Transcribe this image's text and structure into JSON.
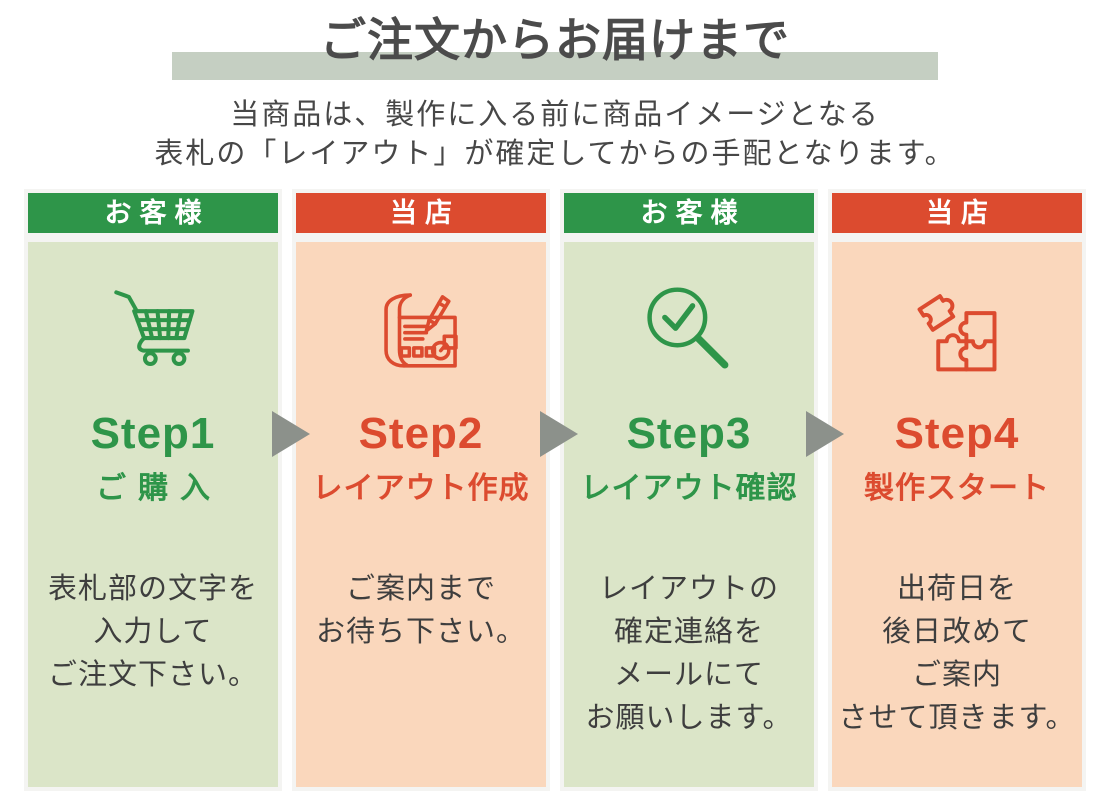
{
  "title": {
    "text": "ご注文からお届けまで"
  },
  "subtitle": {
    "line1": "当商品は、製作に入る前に商品イメージとなる",
    "line2": "表札の「レイアウト」が確定してからの手配となります。"
  },
  "colors": {
    "green": "#2e9549",
    "red": "#dc4b2f",
    "light_green": "#dbe5c8",
    "light_peach": "#fad7bc",
    "card_frame": "#f4f4f2",
    "title_bar": "#c5cfc2",
    "arrow_gray": "#8c918b",
    "body_text": "#3e3e3e",
    "header_text": "#ffffff"
  },
  "steps": [
    {
      "role": "お客様",
      "theme": "green",
      "icon": "cart-icon",
      "step": "Step1",
      "label": "ご購入",
      "description": [
        "表札部の文字を",
        "入力して",
        "ご注文下さい。"
      ]
    },
    {
      "role": "当店",
      "theme": "red",
      "icon": "blueprint-icon",
      "step": "Step2",
      "label": "レイアウト作成",
      "description": [
        "ご案内まで",
        "お待ち下さい。"
      ]
    },
    {
      "role": "お客様",
      "theme": "green",
      "icon": "magnifier-check-icon",
      "step": "Step3",
      "label": "レイアウト確認",
      "description": [
        "レイアウトの",
        "確定連絡を",
        "メールにて",
        "お願いします。"
      ]
    },
    {
      "role": "当店",
      "theme": "red",
      "icon": "puzzle-icon",
      "step": "Step4",
      "label": "製作スタート",
      "description": [
        "出荷日を",
        "後日改めて",
        "ご案内",
        "させて頂きます。"
      ]
    }
  ]
}
